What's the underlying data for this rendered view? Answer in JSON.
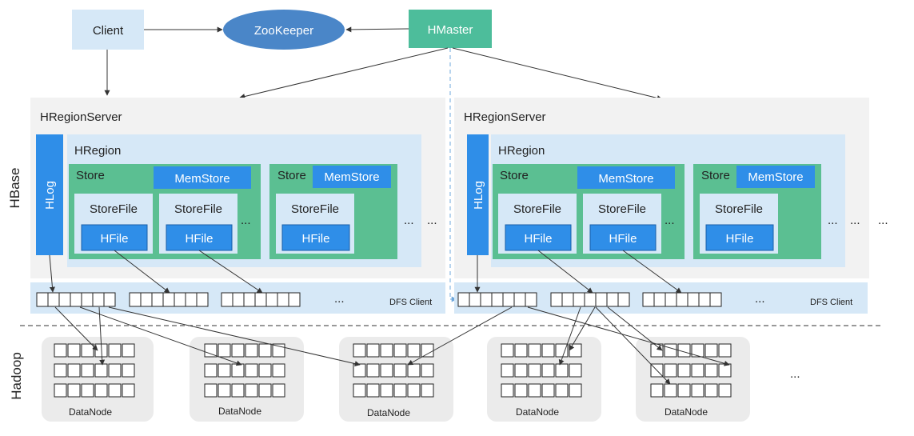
{
  "title_labels": {
    "client": "Client",
    "zookeeper": "ZooKeeper",
    "hmaster": "HMaster"
  },
  "sections": {
    "hbase": "HBase",
    "hadoop": "Hadoop"
  },
  "region_servers": [
    {
      "label": "HRegionServer",
      "hlog": "HLog",
      "hregion_label": "HRegion",
      "store_main": {
        "label": "Store",
        "memstore": "MemStore",
        "storefiles": [
          "StoreFile",
          "StoreFile"
        ],
        "hfile": "HFile",
        "more": "..."
      },
      "store_second": {
        "label": "Store",
        "memstore": "MemStore",
        "storefile": "StoreFile",
        "hfile": "HFile"
      },
      "region_more": "...",
      "server_more": "...",
      "dfs_client": "DFS Client",
      "dfs_more": "..."
    },
    {
      "label": "HRegionServer",
      "hlog": "HLog",
      "hregion_label": "HRegion",
      "store_main": {
        "label": "Store",
        "memstore": "MemStore",
        "storefiles": [
          "StoreFile",
          "StoreFile"
        ],
        "hfile": "HFile",
        "more": "..."
      },
      "store_second": {
        "label": "Store",
        "memstore": "MemStore",
        "storefile": "StoreFile",
        "hfile": "HFile"
      },
      "region_more": "...",
      "server_more": "...",
      "extra_more": "...",
      "dfs_client": "DFS Client",
      "dfs_more": "..."
    }
  ],
  "datanodes": [
    "DataNode",
    "DataNode",
    "DataNode",
    "DataNode",
    "DataNode"
  ],
  "datanode_more": "...",
  "colors": {
    "client_box": "#d6e8f7",
    "zookeeper": "#4a86c8",
    "hmaster": "#4dbd9b",
    "server_bg": "#f2f2f2",
    "region_bg": "#d6e8f7",
    "hlog": "#2f8ee8",
    "store": "#5bbf92",
    "storefile": "#d6e8f7",
    "hfile": "#2f8ee8",
    "datanode_bg": "#ebebeb"
  }
}
